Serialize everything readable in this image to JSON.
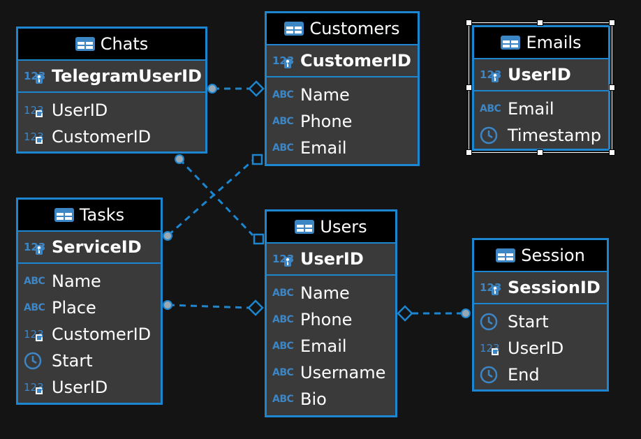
{
  "colors": {
    "accent": "#1c86d0",
    "header_bg": "#000000",
    "body_bg": "#3a3a3a",
    "canvas_bg": "#141414",
    "type_icon": "#3d86c6"
  },
  "entities": {
    "chats": {
      "title": "Chats",
      "pk": {
        "name": "TelegramUserID",
        "icon": "numeric-key-icon"
      },
      "columns": [
        {
          "name": "UserID",
          "icon": "numeric-fk-icon"
        },
        {
          "name": "CustomerID",
          "icon": "numeric-fk-icon"
        }
      ]
    },
    "customers": {
      "title": "Customers",
      "pk": {
        "name": "CustomerID",
        "icon": "numeric-key-icon"
      },
      "columns": [
        {
          "name": "Name",
          "icon": "abc-icon"
        },
        {
          "name": "Phone",
          "icon": "abc-icon"
        },
        {
          "name": "Email",
          "icon": "abc-icon"
        }
      ]
    },
    "emails": {
      "title": "Emails",
      "pk": {
        "name": "UserID",
        "icon": "numeric-key-icon"
      },
      "columns": [
        {
          "name": "Email",
          "icon": "abc-icon"
        },
        {
          "name": "Timestamp",
          "icon": "clock-icon"
        }
      ]
    },
    "tasks": {
      "title": "Tasks",
      "pk": {
        "name": "ServiceID",
        "icon": "numeric-key-icon"
      },
      "columns": [
        {
          "name": "Name",
          "icon": "abc-icon"
        },
        {
          "name": "Place",
          "icon": "abc-icon"
        },
        {
          "name": "CustomerID",
          "icon": "numeric-fk-icon"
        },
        {
          "name": "Start",
          "icon": "clock-icon"
        },
        {
          "name": "UserID",
          "icon": "numeric-fk-icon"
        }
      ]
    },
    "users": {
      "title": "Users",
      "pk": {
        "name": "UserID",
        "icon": "numeric-key-icon"
      },
      "columns": [
        {
          "name": "Name",
          "icon": "abc-icon"
        },
        {
          "name": "Phone",
          "icon": "abc-icon"
        },
        {
          "name": "Email",
          "icon": "abc-icon"
        },
        {
          "name": "Username",
          "icon": "abc-icon"
        },
        {
          "name": "Bio",
          "icon": "abc-icon"
        }
      ]
    },
    "session": {
      "title": "Session",
      "pk": {
        "name": "SessionID",
        "icon": "numeric-key-icon"
      },
      "columns": [
        {
          "name": "Start",
          "icon": "clock-icon"
        },
        {
          "name": "UserID",
          "icon": "numeric-fk-icon"
        },
        {
          "name": "End",
          "icon": "clock-icon"
        }
      ]
    }
  },
  "icon_text": {
    "abc": "ABC",
    "num": "123"
  },
  "selected_entity": "emails"
}
